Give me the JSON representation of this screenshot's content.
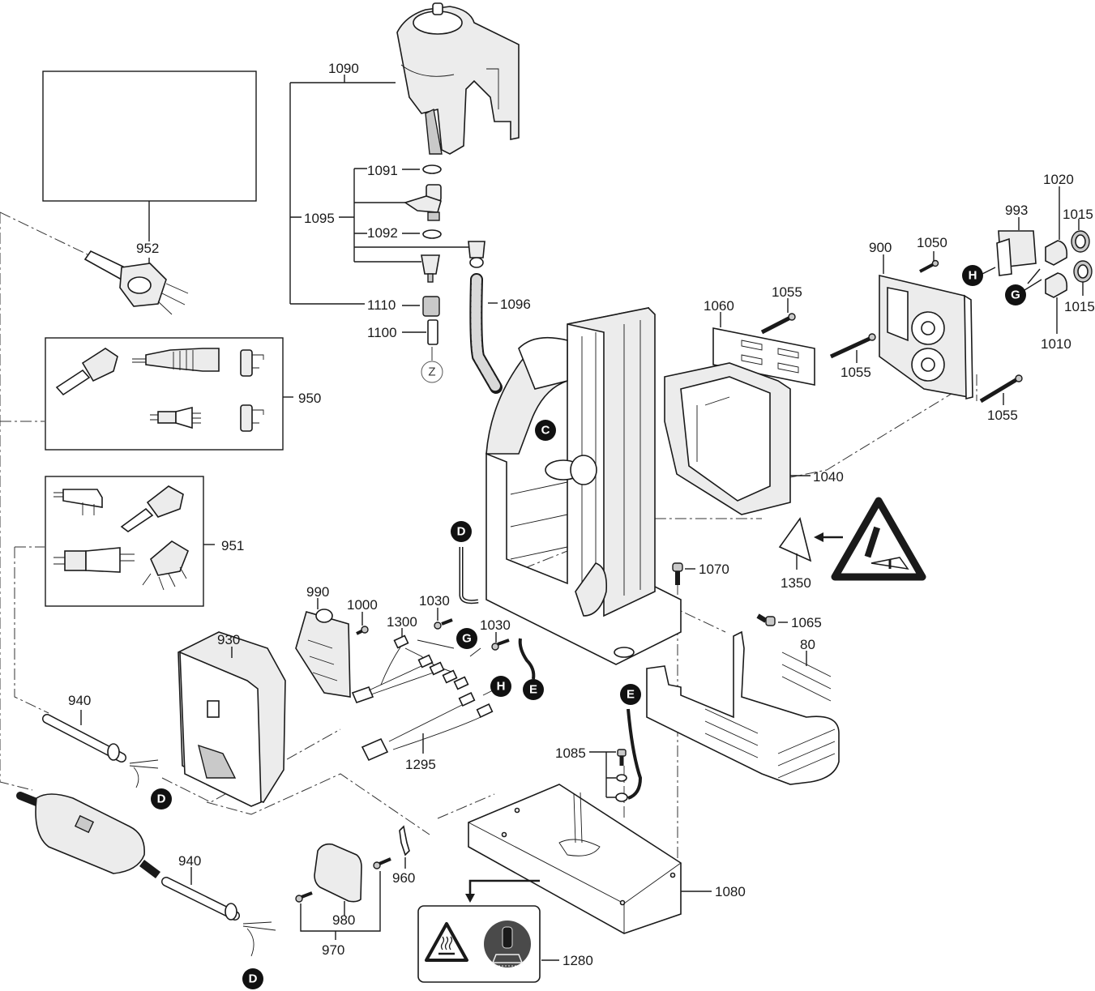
{
  "diagram": {
    "type": "exploded-parts-view",
    "blank_box_label": "",
    "labels": {
      "p1090": "1090",
      "p1091": "1091",
      "p1095": "1095",
      "p1092": "1092",
      "p1110": "1110",
      "p1100": "1100",
      "p1096": "1096",
      "p952": "952",
      "p950": "950",
      "p951": "951",
      "p990": "990",
      "p1000": "1000",
      "p930": "930",
      "p940a": "940",
      "p940b": "940",
      "p1300": "1300",
      "p1030a": "1030",
      "p1030b": "1030",
      "p1295": "1295",
      "p960": "960",
      "p980": "980",
      "p970": "970",
      "p1280": "1280",
      "p1085": "1085",
      "p1080": "1080",
      "p80": "80",
      "p1065": "1065",
      "p1070": "1070",
      "p1350": "1350",
      "p1040": "1040",
      "p1060": "1060",
      "p1055a": "1055",
      "p1055b": "1055",
      "p1055c": "1055",
      "p900": "900",
      "p1050": "1050",
      "p993": "993",
      "p1020": "1020",
      "p1015a": "1015",
      "p1015b": "1015",
      "p1010": "1010"
    },
    "connection_markers": {
      "C": "C",
      "D_top": "D",
      "D_left": "D",
      "D_bottom": "D",
      "E_left": "E",
      "E_right": "E",
      "G_mid": "G",
      "G_right": "G",
      "H_mid": "H",
      "H_right": "H",
      "Z": "Z"
    },
    "warning_icons": {
      "hot_surface": "hot-surface-warning-icon",
      "tipping": "tipping-hazard-warning-icon",
      "stand_usage": "stand-usage-icon"
    }
  }
}
